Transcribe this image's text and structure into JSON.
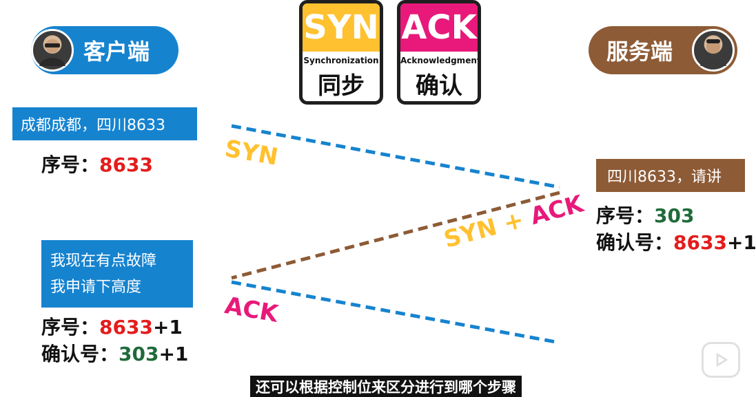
{
  "client": {
    "label": "客户端",
    "color": "#1683cf"
  },
  "server": {
    "label": "服务端",
    "color": "#8d5b36"
  },
  "cards": {
    "syn": {
      "head": "SYN",
      "english": "Synchronization",
      "chinese": "同步",
      "color": "#ffc12f"
    },
    "ack": {
      "head": "ACK",
      "english": "Acknowledgment",
      "chinese": "确认",
      "color": "#e8197a"
    }
  },
  "client_msg1": {
    "text": "成都成都，四川8633",
    "color": "#1683cf"
  },
  "client_seq1": {
    "label": "序号：",
    "value": "8633"
  },
  "client_msg2": {
    "lines": [
      "我现在有点故障",
      "我申请下高度"
    ],
    "color": "#1683cf"
  },
  "client_seq2": {
    "label": "序号：",
    "value": "8633",
    "suffix": "+1"
  },
  "client_ack2": {
    "label": "确认号：",
    "value": "303",
    "suffix": "+1"
  },
  "server_msg": {
    "text": "四川8633，请讲",
    "color": "#8d5b36"
  },
  "server_seq": {
    "label": "序号：",
    "value": "303"
  },
  "server_ack": {
    "label": "确认号：",
    "value": "8633",
    "suffix": "+1"
  },
  "arrows": {
    "syn_label": "SYN",
    "synack_label_syn": "SYN",
    "synack_label_plus": "+",
    "synack_label_ack": "ACK",
    "ack_label": "ACK",
    "colors": {
      "blue": "#1683cf",
      "brown": "#8d5b36",
      "yellow": "#ffc12f",
      "pink": "#e8197a"
    }
  },
  "subtitle": "还可以根据控制位来区分进行到哪个步骤",
  "logo_icon": "play-icon"
}
